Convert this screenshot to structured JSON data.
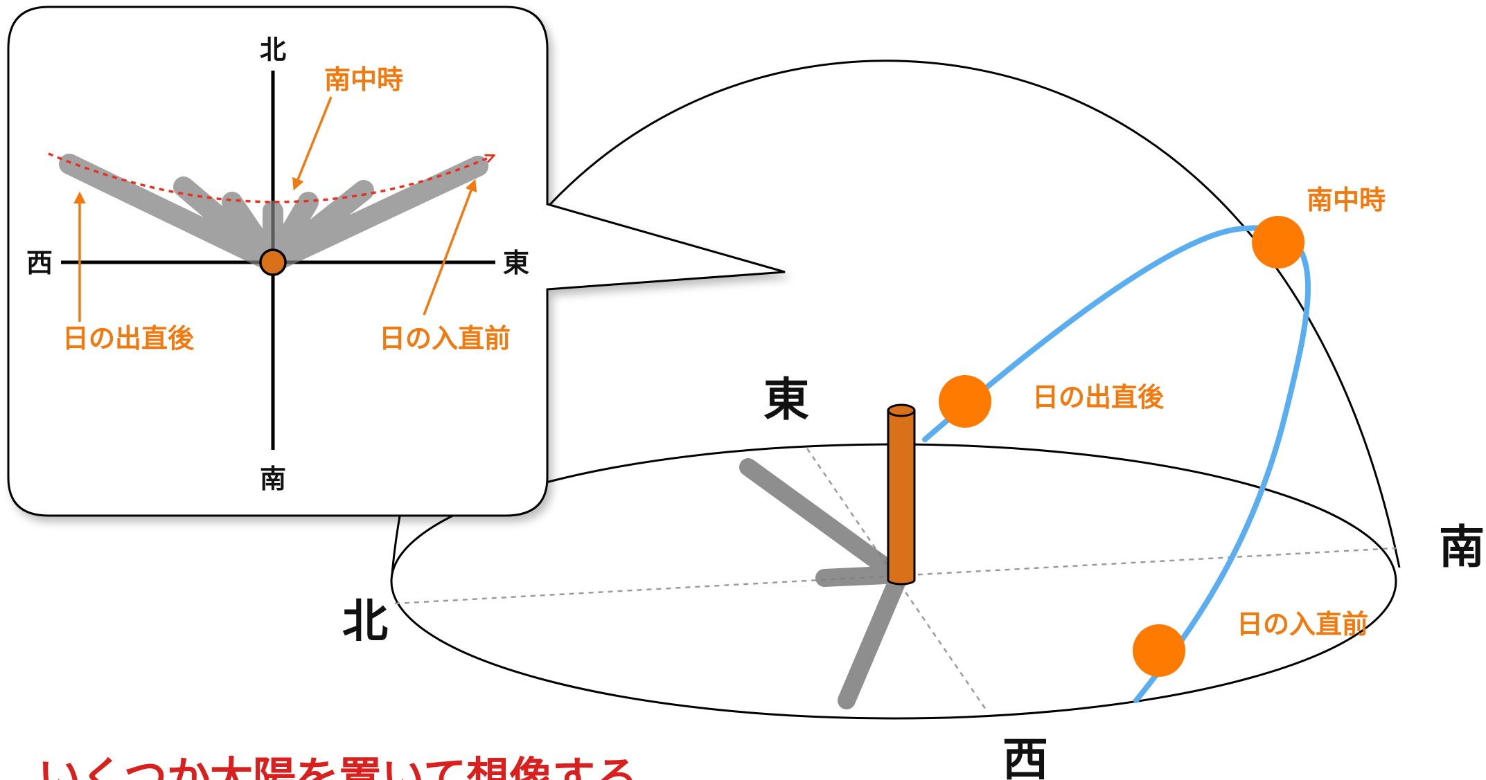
{
  "inset": {
    "north": "北",
    "south": "南",
    "east": "東",
    "west": "西",
    "noon": "南中時",
    "after_sunrise": "日の出直後",
    "before_sunset": "日の入直前"
  },
  "dome": {
    "north": "北",
    "south": "南",
    "east": "東",
    "west": "西",
    "noon": "南中時",
    "after_sunrise": "日の出直後",
    "before_sunset": "日の入直前"
  },
  "caption": "いくつか太陽を置いて想像する",
  "colors": {
    "orange_label": "#F07A10",
    "sun": "#FF7A00",
    "stick": "#D9711A",
    "path": "#5AAEF0",
    "shadow": "#7F7F80",
    "caption": "#D8201E",
    "dashed_arrow": "#E8301E"
  }
}
